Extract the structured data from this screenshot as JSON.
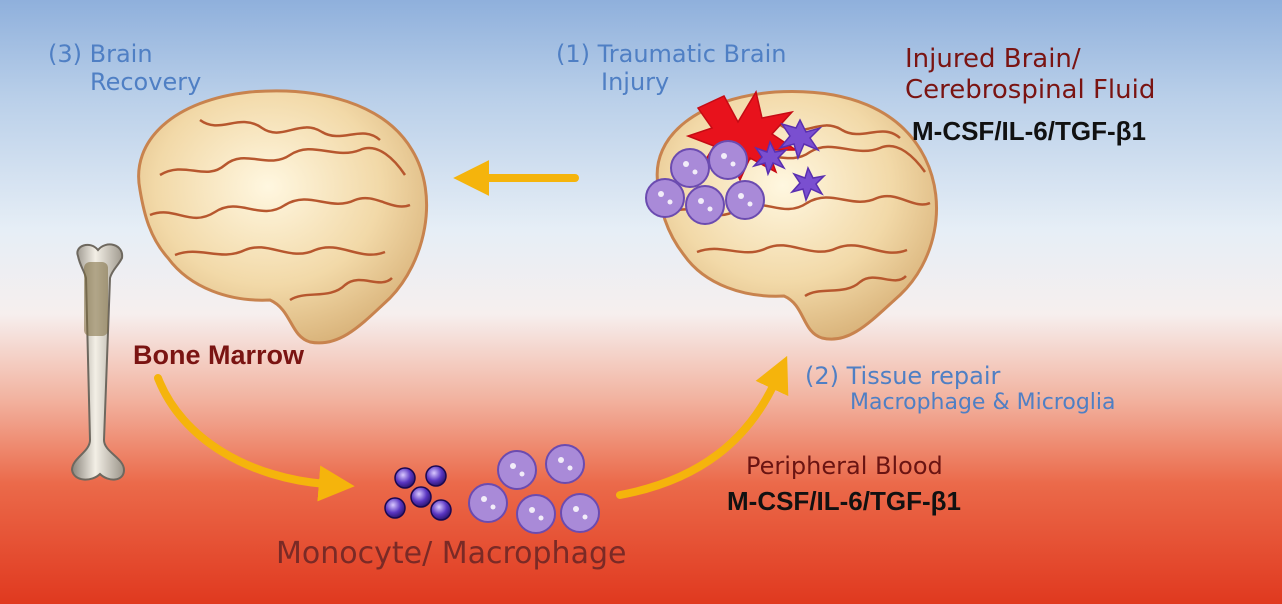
{
  "labels": {
    "step3_line1": "(3) Brain",
    "step3_line2": "Recovery",
    "step1_line1": "(1) Traumatic Brain",
    "step1_line2": "Injury",
    "injured_line1": "Injured Brain/",
    "injured_line2": "Cerebrospinal Fluid",
    "csf_cytokines": "M-CSF/IL-6/TGF-β1",
    "bone_marrow": "Bone  Marrow",
    "step2_line1": "(2)  Tissue  repair",
    "step2_line2": "Macrophage  &  Microglia",
    "peripheral_blood": "Peripheral Blood",
    "pb_cytokines": "M-CSF/IL-6/TGF-β1",
    "monocyte_macrophage": "Monocyte/ Macrophage"
  },
  "colors": {
    "arrow": "#f5b40c",
    "step_text": "#4f7fc4",
    "tissue_label": "#7a1412",
    "injury": "#e8121c",
    "monocyte": "#2a0a78",
    "macrophage": "#a98ad8",
    "brain": "#f2d9a8",
    "brain_folds": "#b7572e"
  },
  "icons": [
    "healthy-brain-icon",
    "injured-brain-icon",
    "injury-burst-icon",
    "bone-icon",
    "monocyte-icon",
    "macrophage-icon",
    "microglia-icon"
  ]
}
